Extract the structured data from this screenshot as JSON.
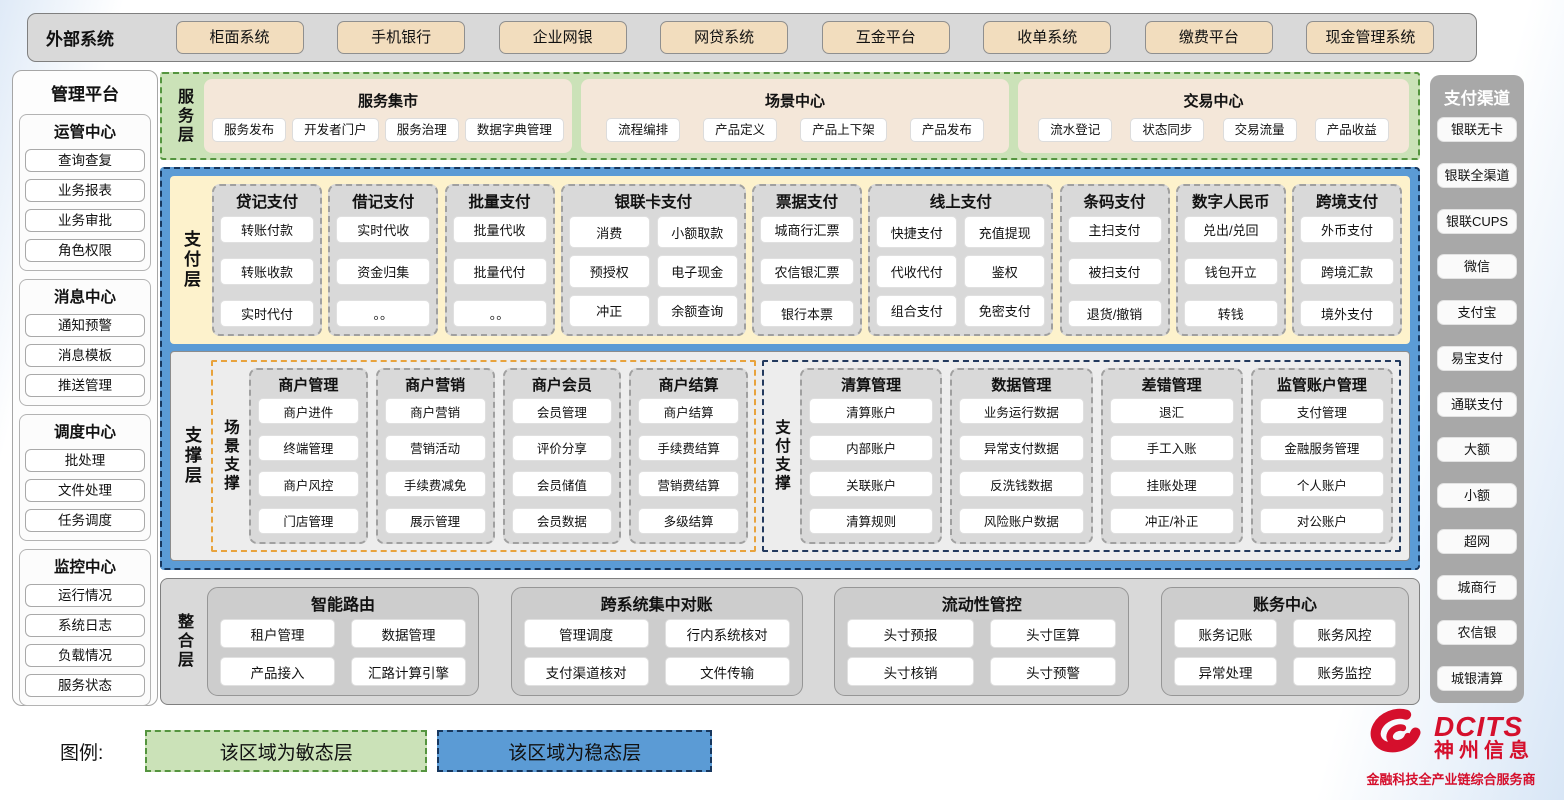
{
  "external_systems": {
    "label": "外部系统",
    "items": [
      "柜面系统",
      "手机银行",
      "企业网银",
      "网贷系统",
      "互金平台",
      "收单系统",
      "缴费平台",
      "现金管理系统"
    ]
  },
  "management_platform": {
    "title": "管理平台",
    "sections": [
      {
        "title": "运管中心",
        "items": [
          "查询查复",
          "业务报表",
          "业务审批",
          "角色权限"
        ]
      },
      {
        "title": "消息中心",
        "items": [
          "通知预警",
          "消息模板",
          "推送管理"
        ]
      },
      {
        "title": "调度中心",
        "items": [
          "批处理",
          "文件处理",
          "任务调度"
        ]
      },
      {
        "title": "监控中心",
        "items": [
          "运行情况",
          "系统日志",
          "负载情况",
          "服务状态"
        ]
      }
    ]
  },
  "service_layer": {
    "label": "服务层",
    "panels": [
      {
        "title": "服务集市",
        "items": [
          "服务发布",
          "开发者门户",
          "服务治理",
          "数据字典管理"
        ]
      },
      {
        "title": "场景中心",
        "items": [
          "流程编排",
          "产品定义",
          "产品上下架",
          "产品发布"
        ]
      },
      {
        "title": "交易中心",
        "items": [
          "流水登记",
          "状态同步",
          "交易流量",
          "产品收益"
        ]
      }
    ]
  },
  "payment_layer": {
    "label": "支付层",
    "groups": [
      {
        "title": "贷记支付",
        "items": [
          "转账付款",
          "转账收款",
          "实时代付"
        ]
      },
      {
        "title": "借记支付",
        "items": [
          "实时代收",
          "资金归集",
          "。。"
        ]
      },
      {
        "title": "批量支付",
        "items": [
          "批量代收",
          "批量代付",
          "。。"
        ]
      },
      {
        "title": "银联卡支付",
        "items": [
          "消费",
          "小额取款",
          "预授权",
          "电子现金",
          "冲正",
          "余额查询"
        ]
      },
      {
        "title": "票据支付",
        "items": [
          "城商行汇票",
          "农信银汇票",
          "银行本票"
        ]
      },
      {
        "title": "线上支付",
        "items": [
          "快捷支付",
          "充值提现",
          "代收代付",
          "鉴权",
          "组合支付",
          "免密支付"
        ]
      },
      {
        "title": "条码支付",
        "items": [
          "主扫支付",
          "被扫支付",
          "退货/撤销"
        ]
      },
      {
        "title": "数字人民币",
        "items": [
          "兑出/兑回",
          "钱包开立",
          "转钱"
        ]
      },
      {
        "title": "跨境支付",
        "items": [
          "外币支付",
          "跨境汇款",
          "境外支付"
        ]
      }
    ]
  },
  "support_layer": {
    "label": "支撑层",
    "regions": [
      {
        "label": "场景支撑",
        "groups": [
          {
            "title": "商户管理",
            "items": [
              "商户进件",
              "终端管理",
              "商户风控",
              "门店管理"
            ]
          },
          {
            "title": "商户营销",
            "items": [
              "商户营销",
              "营销活动",
              "手续费减免",
              "展示管理"
            ]
          },
          {
            "title": "商户会员",
            "items": [
              "会员管理",
              "评价分享",
              "会员储值",
              "会员数据"
            ]
          },
          {
            "title": "商户结算",
            "items": [
              "商户结算",
              "手续费结算",
              "营销费结算",
              "多级结算"
            ]
          }
        ]
      },
      {
        "label": "支付支撑",
        "groups": [
          {
            "title": "清算管理",
            "items": [
              "清算账户",
              "内部账户",
              "关联账户",
              "清算规则"
            ]
          },
          {
            "title": "数据管理",
            "items": [
              "业务运行数据",
              "异常支付数据",
              "反洗钱数据",
              "风险账户数据"
            ]
          },
          {
            "title": "差错管理",
            "items": [
              "退汇",
              "手工入账",
              "挂账处理",
              "冲正/补正"
            ]
          },
          {
            "title": "监管账户管理",
            "items": [
              "支付管理",
              "金融服务管理",
              "个人账户",
              "对公账户"
            ]
          }
        ]
      }
    ]
  },
  "integration_layer": {
    "label": "整合层",
    "groups": [
      {
        "title": "智能路由",
        "items": [
          "租户管理",
          "数据管理",
          "产品接入",
          "汇路计算引擎"
        ]
      },
      {
        "title": "跨系统集中对账",
        "items": [
          "管理调度",
          "行内系统核对",
          "支付渠道核对",
          "文件传输"
        ]
      },
      {
        "title": "流动性管控",
        "items": [
          "头寸预报",
          "头寸匡算",
          "头寸核销",
          "头寸预警"
        ]
      },
      {
        "title": "账务中心",
        "items": [
          "账务记账",
          "账务风控",
          "异常处理",
          "账务监控"
        ]
      }
    ]
  },
  "payment_channels": {
    "title": "支付渠道",
    "items": [
      "银联无卡",
      "银联全渠道",
      "银联CUPS",
      "微信",
      "支付宝",
      "易宝支付",
      "通联支付",
      "大额",
      "小额",
      "超网",
      "城商行",
      "农信银",
      "城银清算"
    ]
  },
  "legend": {
    "label": "图例:",
    "agile": "该区域为敏态层",
    "stable": "该区域为稳态层"
  },
  "logo": {
    "brand": "DCITS",
    "company": "神州信息",
    "tagline": "金融科技全产业链综合服务商"
  },
  "colors": {
    "agile_green_bg": "#cbe2b8",
    "agile_green_border": "#55953f",
    "stable_blue_bg": "#5b9bd5",
    "stable_blue_border": "#17375e",
    "payment_cream": "#fdf2cc",
    "panel_gray": "#d9d9d9",
    "external_beige": "#f2ddbe",
    "scene_orange_border": "#e8a33d",
    "pay_navy_border": "#233a5e",
    "brand_red": "#d50f2c"
  }
}
